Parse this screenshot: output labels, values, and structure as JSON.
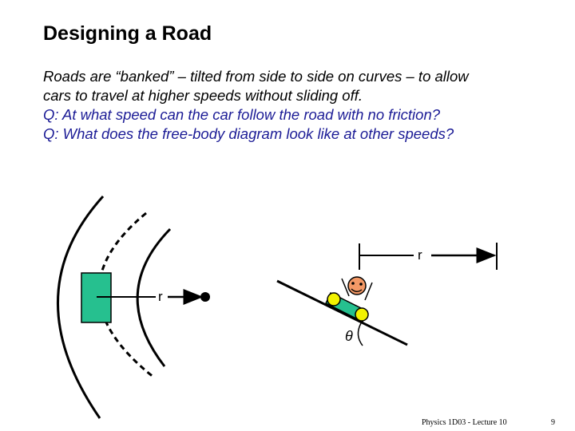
{
  "slide": {
    "title": "Designing a Road",
    "body": {
      "line1": "Roads are “banked” – tilted from side to side on curves – to allow",
      "line2": "cars to travel at higher speeds without sliding off.",
      "question1": "Q: At what speed can the car follow the road with no friction?",
      "question2": "Q: What does the free-body diagram look like at other speeds?"
    }
  },
  "diagram": {
    "top_view": {
      "radius_label": "r"
    },
    "side_view": {
      "radius_label": "r",
      "angle_label": "θ"
    }
  },
  "colors": {
    "car_green": "#26c08f",
    "wheel_yellow": "#f2f200",
    "face_orange": "#f49966",
    "question_blue": "#1c1c96"
  },
  "footer": {
    "course": "Physics 1D03 - Lecture 10",
    "page": "9"
  }
}
